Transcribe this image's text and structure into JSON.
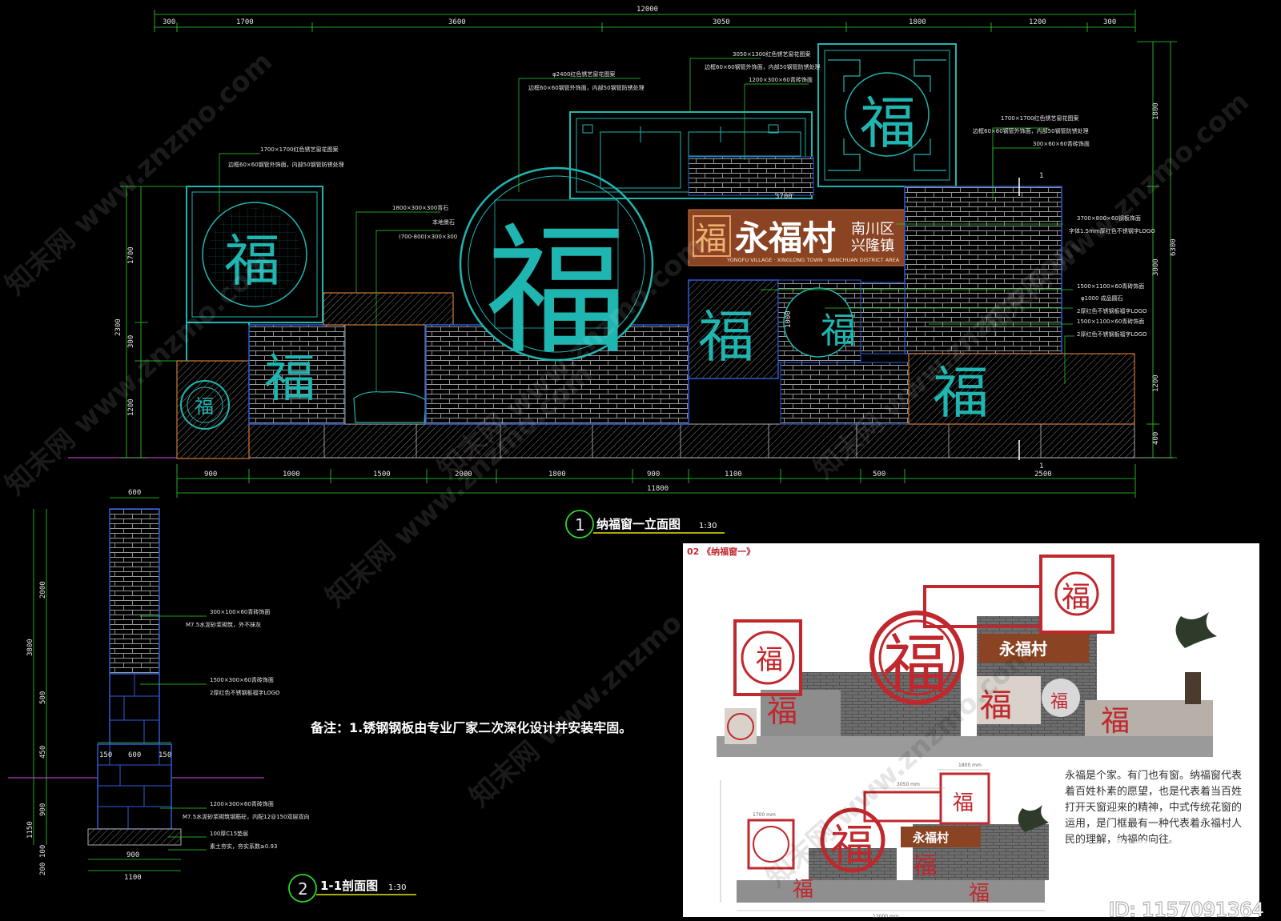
{
  "drawing": {
    "overall_width_top": "12000",
    "top_dims": [
      "300",
      "1700",
      "3600",
      "3050",
      "1800",
      "1200",
      "300"
    ],
    "bottom_dims": [
      "900",
      "1000",
      "1500",
      "2000",
      "1800",
      "900",
      "1100",
      "500",
      "2500"
    ],
    "bottom_total": "11800",
    "left_dims": [
      "1700",
      "2300",
      "300",
      "1200"
    ],
    "right_dims": [
      "1800",
      "3000",
      "6300",
      "1200",
      "400"
    ],
    "sign_width": "3700",
    "circle_dim": "1000",
    "elevation_title_num": "1",
    "elevation_title": "纳福窗一立面图",
    "elevation_scale": "1:30",
    "section_title_num": "2",
    "section_title": "1-1剖面图",
    "section_scale": "1:30",
    "section_marker": "1",
    "remark": "备注：1.锈钢钢板由专业厂家二次深化设计并安装牢固。",
    "section_dims": {
      "top": "600",
      "height_total": "3800",
      "upper": "2000",
      "mid": "500",
      "mid2": "450",
      "lower": "900",
      "base": "1150",
      "base_small": [
        "100",
        "200"
      ],
      "widths": [
        "150",
        "600",
        "150"
      ],
      "bottom_a": "900",
      "bottom_b": "1100"
    }
  },
  "sign": {
    "main": "永福村",
    "district": "南川区",
    "town": "兴隆镇",
    "pinyin": "YONGFU VILLAGE · XINGLONG TOWN · NANCHUAN DISTRICT AREA",
    "fu": "福"
  },
  "annotations": {
    "a1": "1700×1700红色锈艺窗花图案",
    "a1b": "边框60×60钢管外饰面，内部50钢管防锈处理",
    "a2": "φ2400红色锈艺窗花图案",
    "a2b": "边框60×60钢管外饰面，内部50钢管防锈处理",
    "a3": "3050×1300红色锈艺窗花图案",
    "a3b": "边框60×60钢管外饰面，内部50钢管防锈处理",
    "a4": "1200×300×60青砖饰面",
    "a5": "1700×1700红色锈艺窗花图案",
    "a5b": "边框60×60钢管外饰面，内部50钢管防锈处理",
    "a6": "300×60×60青砖饰面",
    "a7": "1800×300×300青石",
    "a8": "本地景石",
    "a9": "(700-800)×300×300",
    "a10": "3700×800×60钢板饰面",
    "a10b": "字体1.5mm厚红色不锈钢字LOGO",
    "a11": "1500×1100×60青砖饰面",
    "a12": "φ1000 成品圆石",
    "a13": "2厚红色不锈钢板福字LOGO",
    "a14": "1500×1100×60青砖饰面",
    "a15": "2厚红色不锈钢板福字LOGO",
    "s1": "300×100×60青砖饰面",
    "s1b": "M7.5水泥砂浆砌筑，外不抹灰",
    "s2": "1500×300×60青砖饰面",
    "s2b": "2厚红色不锈钢板福字LOGO",
    "s3": "1200×300×60青砖饰面",
    "s3b": "M7.5水泥砂浆砌筑钢筋砼，内配12@150双层双向",
    "s4": "100厚C15垫层",
    "s5": "素土夯实，夯实系数≥0.93"
  },
  "photo": {
    "label": "02 《纳福窗一》",
    "text": "永福是个家。有门也有窗。纳福窗代表着百姓朴素的愿望，也是代表着当百姓打开天窗迎来的精神，中式传统花窗的运用，是门框最有一种代表着永福村人民的理解，纳福的向往。",
    "dims": [
      "1800 mm",
      "3050 mm",
      "1700 mm",
      "12000 mm"
    ]
  },
  "watermark": {
    "site": "知末网 www.znzmo.com",
    "logo": "知末",
    "id": "ID: 1157091364"
  },
  "colors": {
    "cyan": "#1fb5b0",
    "brick": "#8a8a8a",
    "blue_outline": "#2d5bd6",
    "orange_outline": "#d0783a",
    "green_dim": "#2bd62b",
    "yellow": "#e6e600",
    "sign_bg": "#8a4424",
    "fu_red": "#c0282d"
  }
}
